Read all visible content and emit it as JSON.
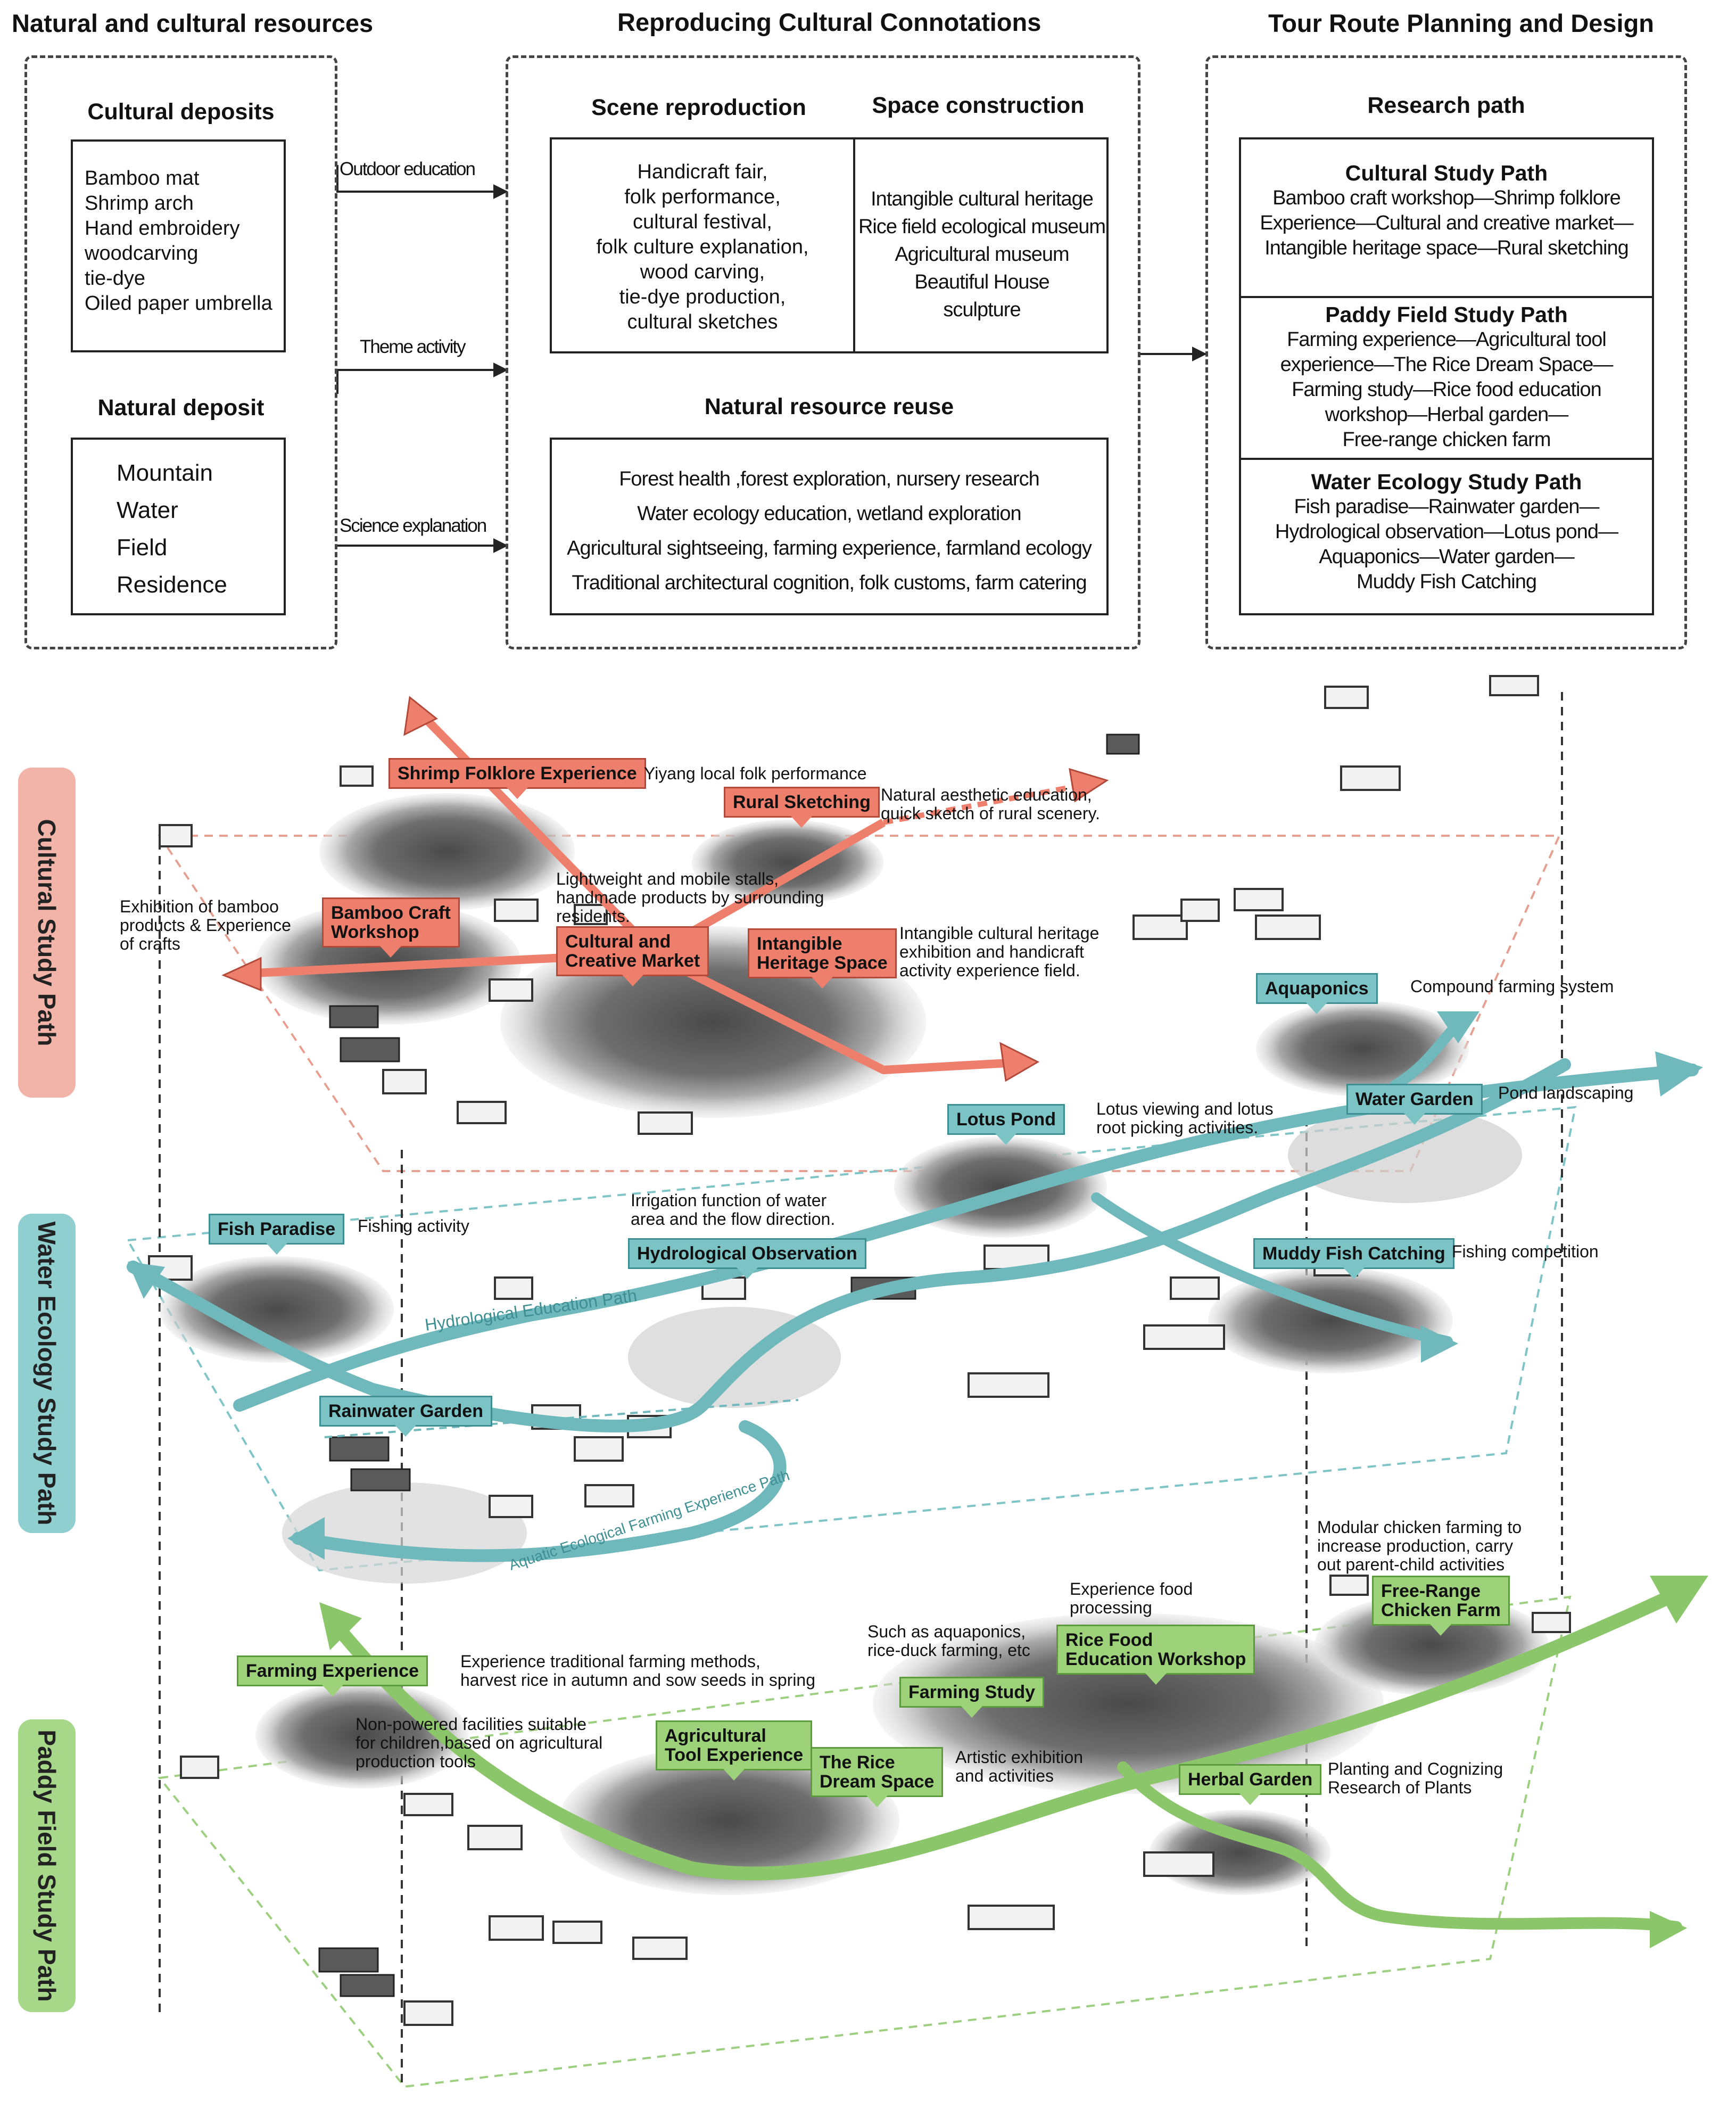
{
  "colors": {
    "cultural": "#ef7f6d",
    "water": "#6fb8bc",
    "paddy": "#8cc66a",
    "cultural_tab": "#f2b3a8",
    "water_tab": "#8fcfd0",
    "paddy_tab": "#a7d88a"
  },
  "sections": {
    "resources": "Natural and cultural resources",
    "connotations": "Reproducing Cultural Connotations",
    "route": "Tour Route Planning and Design"
  },
  "cultural_deposits": {
    "title": "Cultural deposits",
    "items": [
      "Bamboo mat",
      "Shrimp arch",
      "Hand embroidery",
      "woodcarving",
      "tie-dye",
      "Oiled paper umbrella"
    ]
  },
  "natural_deposit": {
    "title": "Natural deposit",
    "items": [
      "Mountain",
      "Water",
      "Field",
      "Residence"
    ]
  },
  "arrows": {
    "outdoor": "Outdoor education",
    "theme": "Theme activity",
    "science": "Science explanation"
  },
  "scene": {
    "title": "Scene reproduction",
    "lines": [
      "Handicraft fair,",
      "folk performance,",
      "cultural festival,",
      "folk culture explanation,",
      "wood carving,",
      "tie-dye production,",
      "cultural sketches"
    ]
  },
  "space": {
    "title": "Space construction",
    "lines": [
      "Intangible cultural heritage",
      "Rice field ecological museum",
      "Agricultural museum",
      "Beautiful House",
      "sculpture"
    ]
  },
  "natural_reuse": {
    "title": "Natural resource reuse",
    "lines": [
      "Forest health ,forest exploration, nursery research",
      "Water ecology education, wetland exploration",
      "Agricultural sightseeing, farming experience, farmland ecology",
      "Traditional architectural cognition, folk customs, farm catering"
    ]
  },
  "research": {
    "title": "Research path",
    "cultural": {
      "title": "Cultural Study Path",
      "lines": [
        "Bamboo craft workshop—Shrimp folklore",
        "Experience—Cultural and creative market—",
        "Intangible heritage space—Rural sketching"
      ]
    },
    "paddy": {
      "title": "Paddy Field Study Path",
      "lines": [
        "Farming experience—Agricultural tool",
        "experience—The Rice Dream Space—",
        "Farming study—Rice food education",
        "workshop—Herbal garden—",
        "Free-range chicken farm"
      ]
    },
    "water": {
      "title": "Water Ecology Study Path",
      "lines": [
        "Fish paradise—Rainwater garden—",
        "Hydrological observation—Lotus pond—",
        "Aquaponics—Water garden—",
        "Muddy Fish Catching"
      ]
    }
  },
  "tabs": {
    "cultural": "Cultural Study Path",
    "water": "Water Ecology Study Path",
    "paddy": "Paddy Field Study Path"
  },
  "tags": {
    "shrimp": "Shrimp Folklore Experience",
    "rural": "Rural Sketching",
    "bamboo": [
      "Bamboo Craft",
      "Workshop"
    ],
    "market": [
      "Cultural and",
      "Creative Market"
    ],
    "heritage": [
      "Intangible",
      "Heritage Space"
    ],
    "aquaponics": "Aquaponics",
    "water_garden": "Water Garden",
    "lotus": "Lotus Pond",
    "fish": "Fish Paradise",
    "hydro": "Hydrological Observation",
    "muddy": "Muddy Fish Catching",
    "rainwater": "Rainwater Garden",
    "farming_exp": "Farming Experience",
    "agri_tool": [
      "Agricultural",
      "Tool Experience"
    ],
    "rice_dream": [
      "The Rice",
      "Dream Space"
    ],
    "farming_study": "Farming Study",
    "rice_food": [
      "Rice Food",
      "Education Workshop"
    ],
    "chicken": [
      "Free-Range",
      "Chicken Farm"
    ],
    "herbal": "Herbal Garden"
  },
  "notes": {
    "shrimp": [
      "Yiyang local folk performance"
    ],
    "rural": [
      "Natural aesthetic education,",
      "quick sketch of rural scenery."
    ],
    "market": [
      "Lightweight and mobile stalls,",
      "handmade products by surrounding",
      "residents."
    ],
    "bamboo": [
      "Exhibition of bamboo",
      "products & Experience",
      "of crafts"
    ],
    "heritage": [
      "Intangible cultural heritage",
      "exhibition and handicraft",
      "activity experience field."
    ],
    "aquaponics": [
      "Compound farming system"
    ],
    "water_garden": [
      "Pond landscaping"
    ],
    "lotus": [
      "Lotus viewing and lotus",
      "root picking activities."
    ],
    "fish": [
      "Fishing activity"
    ],
    "hydro": [
      "Irrigation function of water",
      "area and the flow direction."
    ],
    "muddy": [
      "Fishing competition"
    ],
    "chicken": [
      "Modular chicken farming to",
      "increase production, carry",
      "out parent-child activities"
    ],
    "rice_food": [
      "Experience food",
      "processing"
    ],
    "farming_study": [
      "Such as aquaponics,",
      "rice-duck farming, etc"
    ],
    "farming_exp": [
      "Experience traditional farming methods,",
      "harvest rice in autumn and sow seeds in spring"
    ],
    "agri_tool": [
      "Non-powered facilities suitable",
      "for children,based on agricultural",
      "production tools"
    ],
    "rice_dream": [
      "Artistic exhibition",
      "and activities"
    ],
    "herbal": [
      "Planting and Cognizing",
      "Research of Plants"
    ]
  },
  "route_labels": {
    "hydro_path": "Hydrological Education Path",
    "aqua_path": "Aquatic Ecological Farming Experience Path"
  }
}
